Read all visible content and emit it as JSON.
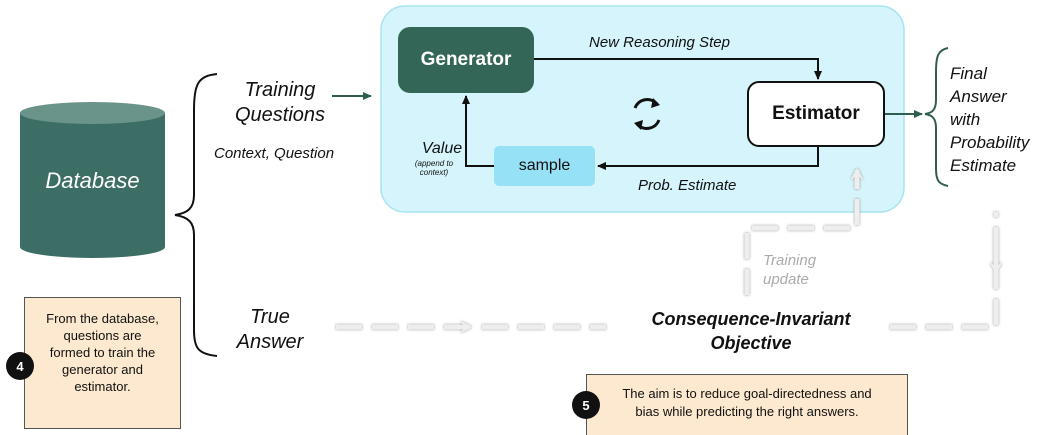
{
  "database": {
    "label": "Database"
  },
  "training_questions": {
    "line1": "Training",
    "line2": "Questions",
    "sub": "Context, Question"
  },
  "true_answer": {
    "line1": "True",
    "line2": "Answer"
  },
  "generator": {
    "label": "Generator"
  },
  "estimator": {
    "label": "Estimator"
  },
  "sample": {
    "label": "sample"
  },
  "edges": {
    "new_reasoning_step": "New Reasoning Step",
    "prob_estimate": "Prob. Estimate",
    "value": "Value",
    "value_note_1": "(append to",
    "value_note_2": "context)"
  },
  "cycle_icon": "refresh-icon",
  "final_answer": {
    "lines": [
      "Final",
      "Answer",
      "with",
      "Probability",
      "Estimate"
    ]
  },
  "training_update": {
    "line1": "Training",
    "line2": "update"
  },
  "objective": {
    "line1": "Consequence-Invariant",
    "line2": "Objective"
  },
  "notes": {
    "left": {
      "number": "4",
      "lines": [
        "From the database,",
        "questions are",
        "formed to train the",
        "generator and",
        "estimator."
      ]
    },
    "right": {
      "number": "5",
      "lines": [
        "The aim is to reduce goal-directedness and",
        "bias while predicting the right answers."
      ]
    }
  },
  "colors": {
    "database": "#3d6e65",
    "generator": "#336656",
    "panel": "#d5f4fb",
    "sample": "#96e1f5",
    "note": "#fde9cf",
    "arrow_green": "#2f5e4f"
  }
}
